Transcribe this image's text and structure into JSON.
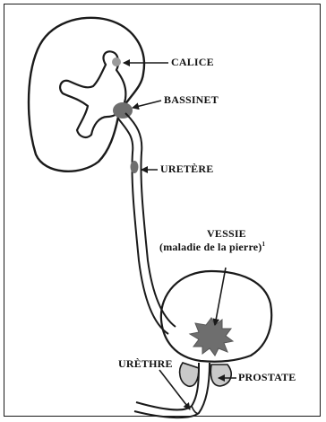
{
  "labels": {
    "calice": "CALICE",
    "bassinet": "BASSINET",
    "uretere": "URETÈRE",
    "vessie": "VESSIE",
    "vessie_note": "(maladie de la pierre)",
    "vessie_sup": "1",
    "urethre": "URÈTHRE",
    "prostate": "PROSTATE"
  },
  "colors": {
    "line": "#1a1a1a",
    "stone": "#6e6e6e",
    "calyx_spot": "#9a9a9a",
    "prostate_fill": "#c9c9c9"
  }
}
